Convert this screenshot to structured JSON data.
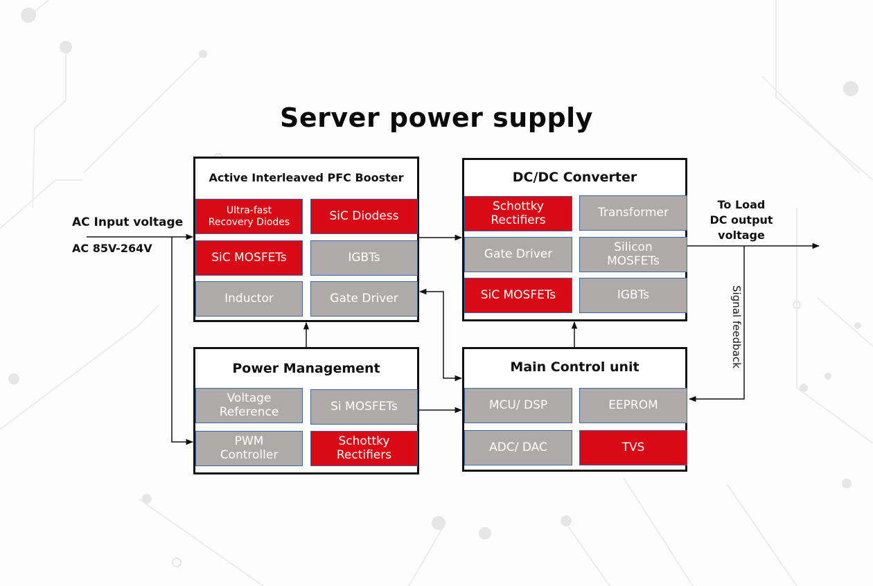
{
  "title": "Server power supply",
  "colors": {
    "accent_red": "#d90a15",
    "neutral_gray": "#aeaaaa",
    "border": "#111111"
  },
  "input": {
    "label": "AC Input voltage",
    "range": "AC 85V-264V"
  },
  "output": {
    "line1": "To Load",
    "line2": "DC output",
    "line3": "voltage"
  },
  "feedback_label": "Signal feedback",
  "blocks": {
    "pfc": {
      "title": "Active Interleaved PFC Booster",
      "cells": [
        {
          "label": "Ultra-fast Recovery Diodes",
          "highlight": true
        },
        {
          "label": "SiC  Diodess",
          "highlight": true
        },
        {
          "label": "SiC MOSFETs",
          "highlight": true
        },
        {
          "label": "IGBTs",
          "highlight": false
        },
        {
          "label": "Inductor",
          "highlight": false
        },
        {
          "label": "Gate Driver",
          "highlight": false
        }
      ]
    },
    "dcdc": {
      "title": "DC/DC Converter",
      "cells": [
        {
          "label": "Schottky Rectifiers",
          "highlight": true
        },
        {
          "label": "Transformer",
          "highlight": false
        },
        {
          "label": "Gate Driver",
          "highlight": false
        },
        {
          "label": "Silicon MOSFETs",
          "highlight": false
        },
        {
          "label": "SiC MOSFETs",
          "highlight": true
        },
        {
          "label": "IGBTs",
          "highlight": false
        }
      ]
    },
    "power_mgmt": {
      "title": "Power Management",
      "cells": [
        {
          "label": "Voltage Reference",
          "highlight": false
        },
        {
          "label": "Si MOSFETs",
          "highlight": false
        },
        {
          "label": "PWM Controller",
          "highlight": false
        },
        {
          "label": "Schottky Rectifiers",
          "highlight": true
        }
      ]
    },
    "mcu": {
      "title": "Main Control unit",
      "cells": [
        {
          "label": "MCU/ DSP",
          "highlight": false
        },
        {
          "label": "EEPROM",
          "highlight": false
        },
        {
          "label": "ADC/ DAC",
          "highlight": false
        },
        {
          "label": "TVS",
          "highlight": true
        }
      ]
    }
  }
}
